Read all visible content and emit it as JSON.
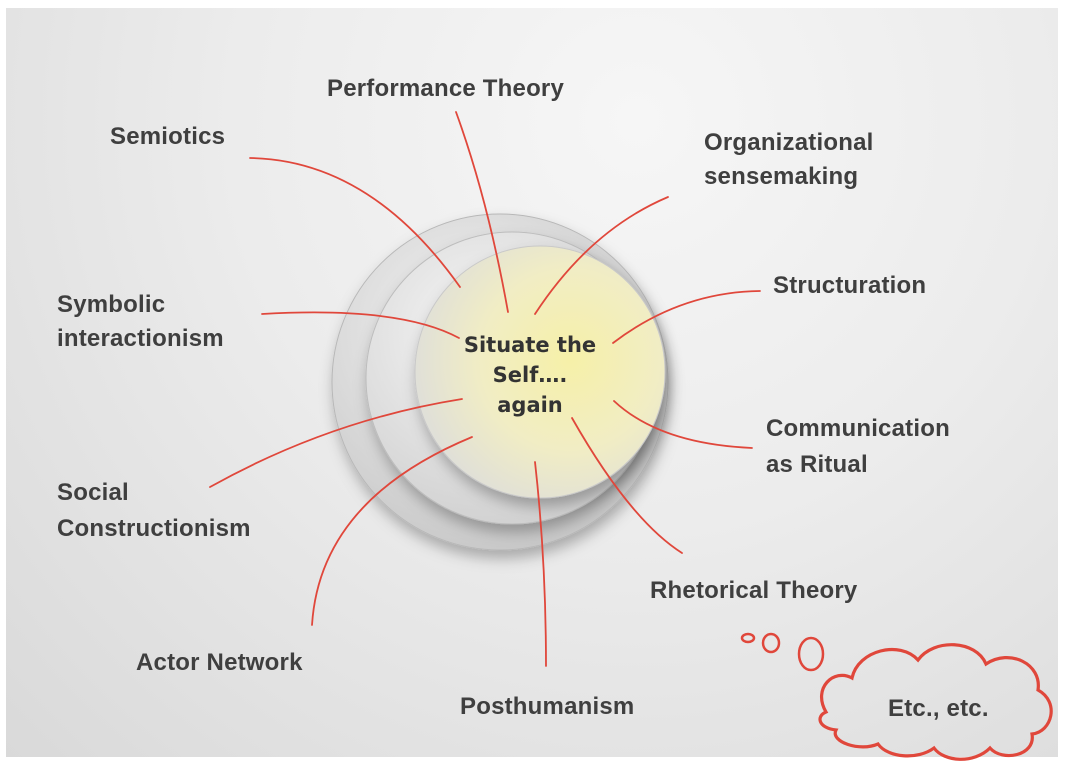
{
  "center": {
    "lines": [
      "Situate the",
      "Self….",
      "again"
    ]
  },
  "theories": [
    "Performance Theory",
    "Semiotics",
    "Organizational",
    "sensemaking",
    "Symbolic",
    "interactionism",
    "Structuration",
    "Communication",
    "as Ritual",
    "Social",
    "Constructionism",
    "Rhetorical Theory",
    "Actor Network",
    "Posthumanism"
  ],
  "thought_cloud": {
    "text": "Etc., etc."
  },
  "colors": {
    "line": "#e0473b",
    "center_fill": "#f4efa6",
    "text": "#3f3f3f"
  }
}
